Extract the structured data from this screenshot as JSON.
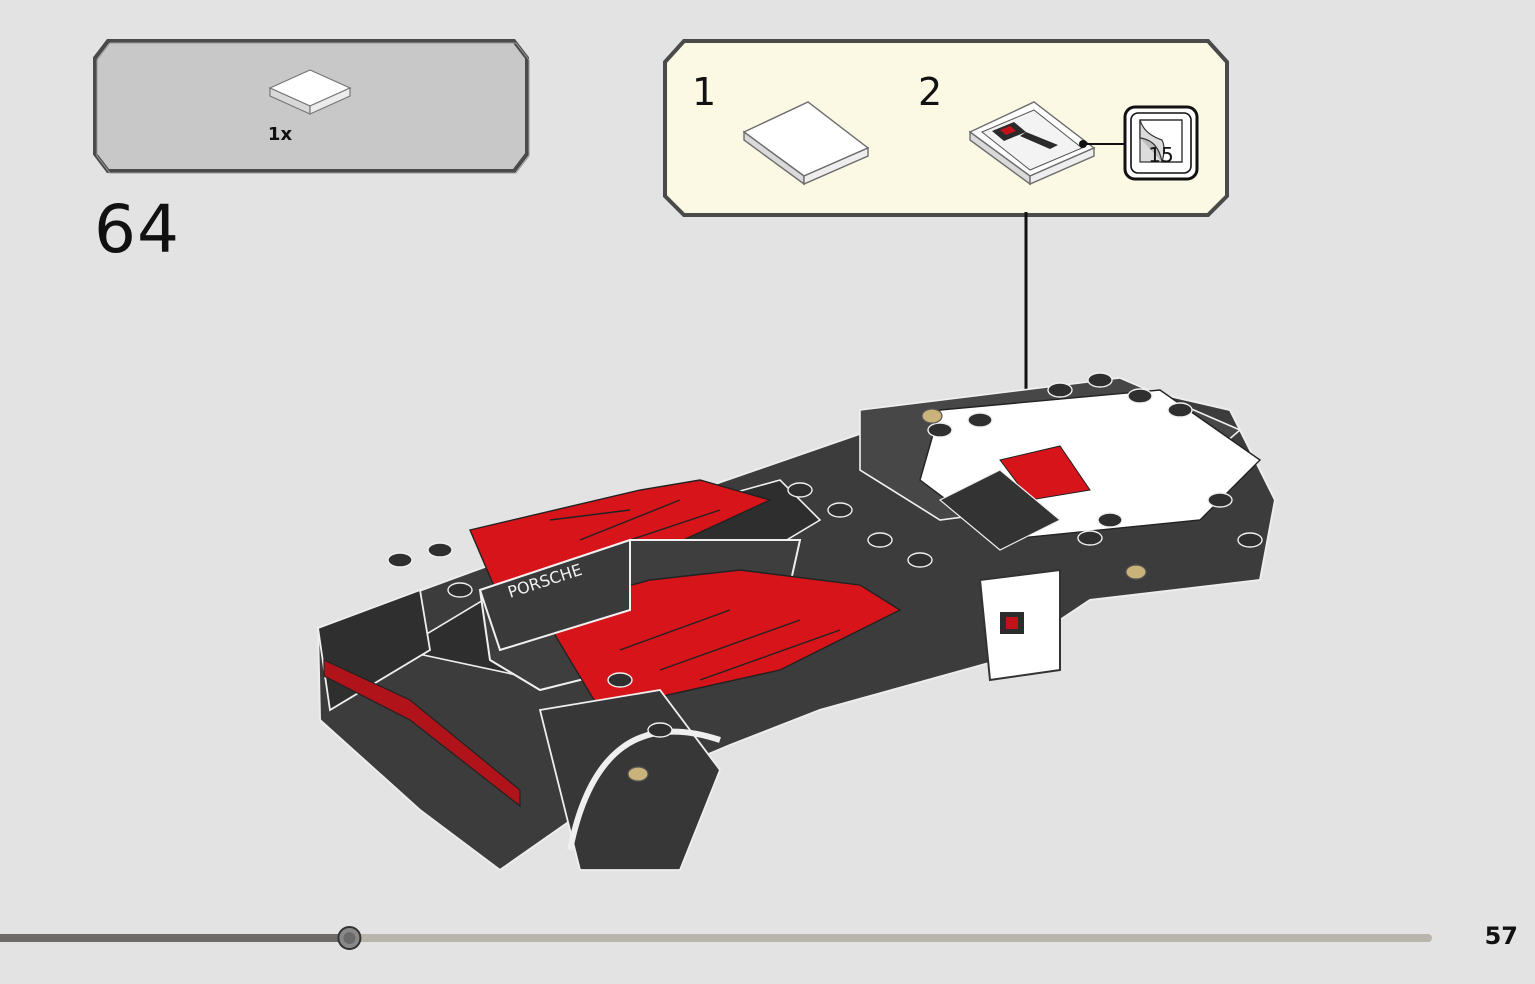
{
  "step": {
    "number": "64"
  },
  "parts_list": {
    "items": [
      {
        "quantity": "1x",
        "part": "white-tile-2x2-icon"
      }
    ]
  },
  "callout": {
    "substeps": [
      {
        "number": "1",
        "part": "white-tile-2x2-icon"
      },
      {
        "number": "2",
        "part": "stickered-tile-2x2-icon",
        "sticker_number": "15"
      }
    ]
  },
  "main_model": {
    "model": "car-model-assembly-icon",
    "logo_text": "PORSCHE"
  },
  "progress": {
    "fraction": 0.244
  },
  "page": {
    "number": "57"
  },
  "colors": {
    "background": "#e3e3e3",
    "panel": "#c8c8c8",
    "callout": "#fbf8e4",
    "accent_red": "#d7141a",
    "brick_dark": "#3c3c3c"
  }
}
